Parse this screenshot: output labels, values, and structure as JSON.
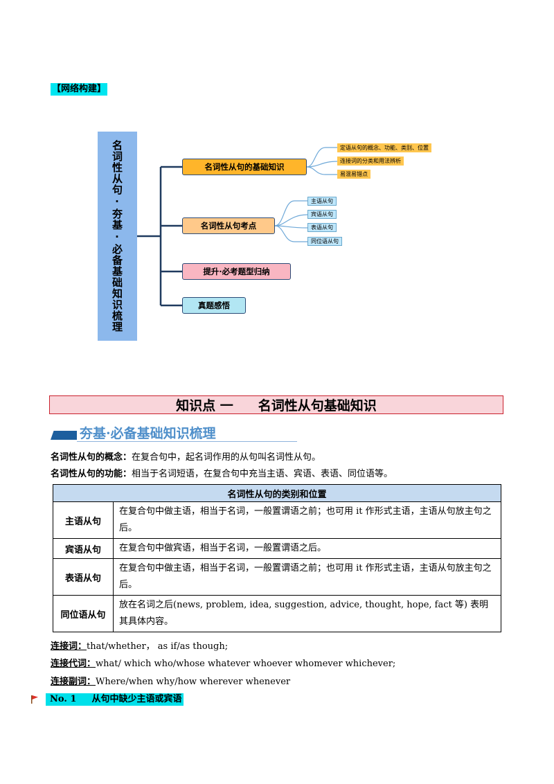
{
  "tag": "【网络构建】",
  "mindmap": {
    "root": "名词性从句·夯基·必备基础知识梳理",
    "branches": [
      {
        "label": "名词性从句的基础知识",
        "leaves": [
          "定语从句的概念、功能、类别、位置",
          "连接词的分类和用法辨析",
          "易混易错点"
        ]
      },
      {
        "label": "名词性从句考点",
        "leaves": [
          "主语从句",
          "宾语从句",
          "表语从句",
          "同位语从句"
        ]
      },
      {
        "label": "提升·必考题型归纳",
        "leaves": []
      },
      {
        "label": "真题感悟",
        "leaves": []
      }
    ]
  },
  "section": {
    "kp_label": "知识点 一",
    "kp_title": "名词性从句基础知识",
    "sub_heading": "夯基·必备基础知识梳理"
  },
  "concept": {
    "label": "名词性从句的概念：",
    "text": "在复合句中，起名词作用的从句叫名词性从句。"
  },
  "function": {
    "label": "名词性从句的功能：",
    "text": "相当于名词短语，在复合句中充当主语、宾语、表语、同位语等。"
  },
  "table": {
    "header": "名词性从句的类别和位置",
    "rows": [
      {
        "type": "主语从句",
        "desc": "在复合句中做主语，相当于名词，一般置谓语之前；也可用 it 作形式主语，主语从句放主句之后。"
      },
      {
        "type": "宾语从句",
        "desc": "在复合句中做宾语，相当于名词，一般置谓语之后。"
      },
      {
        "type": "表语从句",
        "desc": "在复合句中做主语，相当于名词，一般置谓语之前；也可用 it 作形式主语，主语从句放主句之后。"
      },
      {
        "type": "同位语从句",
        "desc": "放在名词之后(news, problem, idea, suggestion, advice, thought, hope, fact 等) 表明其具体内容。"
      }
    ]
  },
  "connectives": [
    {
      "label": "连接词：",
      "text": "that/whether，   as if/as though;"
    },
    {
      "label": "连接代词：",
      "text": "what/ which  who/whose  whatever  whoever  whomever  whichever;"
    },
    {
      "label": "连接副词：",
      "text": "Where/when    why/how  wherever  whenever"
    }
  ],
  "no1": {
    "label": "No. 1",
    "title": "从句中缺少主语或宾语"
  },
  "colors": {
    "accent_cyan": "#00e5f0",
    "root_blue": "#8cb8ec",
    "banner_pink": "#f9d5da",
    "banner_border": "#c9202c"
  }
}
